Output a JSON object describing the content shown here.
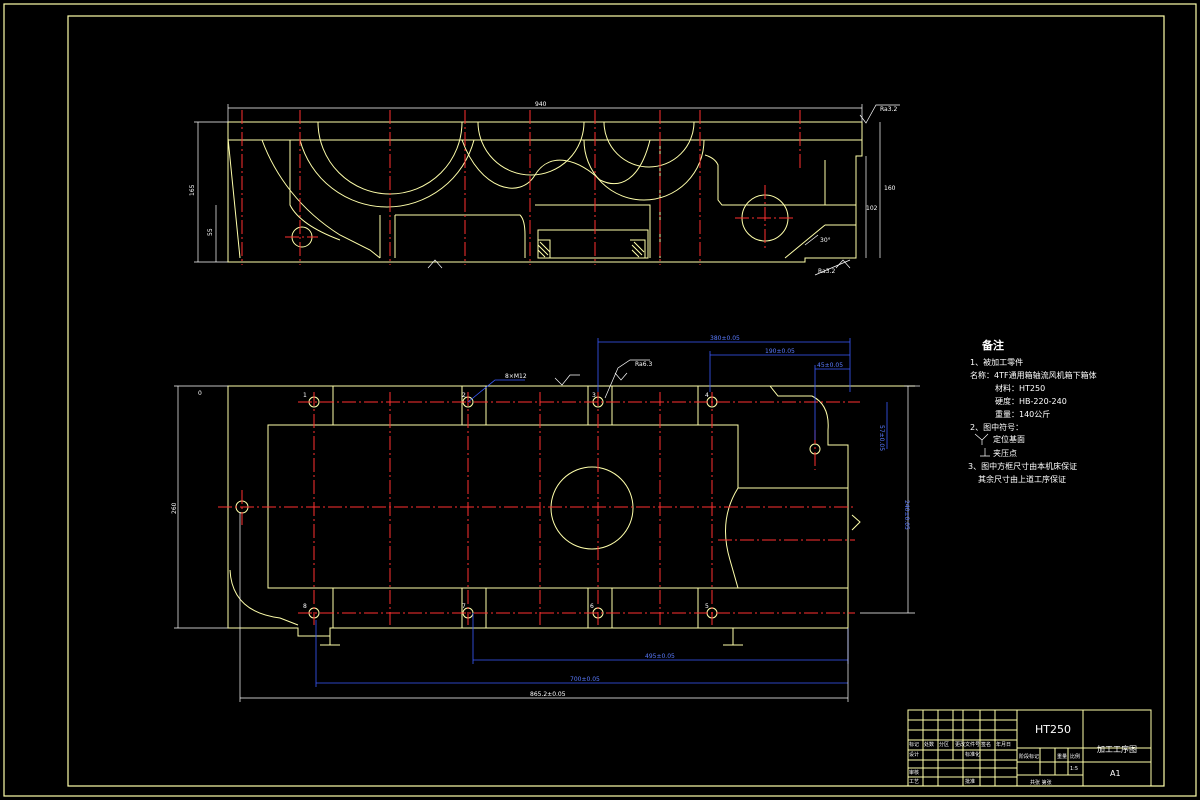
{
  "notes": {
    "heading": "备注",
    "line1": "1、被加工零件",
    "line2": "名称：4TF通用箱轴流风机箱下箱体",
    "line3": "材料：HT250",
    "line4": "硬度：HB-220-240",
    "line5": "重量：140公斤",
    "line6": "2、图中符号：",
    "line7": "定位基面",
    "line8": "夹压点",
    "line9": "3、图中方框尺寸由本机床保证",
    "line10": "其余尺寸由上道工序保证"
  },
  "title_block": {
    "material": "HT250",
    "drawing_title": "加工工序图",
    "sheet_size": "A1",
    "scale": "1:5",
    "sheet_info": "共张 第张",
    "col_headers": [
      "标记",
      "处数",
      "分区",
      "更改文件号",
      "签名",
      "年月日"
    ],
    "stage_label": "阶段标记",
    "weight_label": "重量",
    "scale_label": "比例",
    "row_labels": [
      "设计",
      "审核",
      "工艺"
    ],
    "sign_labels": [
      "标准化",
      "批准"
    ]
  },
  "callouts": {
    "pos1": "1",
    "pos2": "2",
    "pos3": "3",
    "pos4": "4",
    "pos5": "5",
    "pos6": "6",
    "pos7": "7",
    "pos8": "8",
    "hole_spec": "8×M12",
    "roughness_top": "Ra3.2",
    "roughness_bottom": "Ra3.2",
    "roughness_mid": "Ra6.3"
  }
}
